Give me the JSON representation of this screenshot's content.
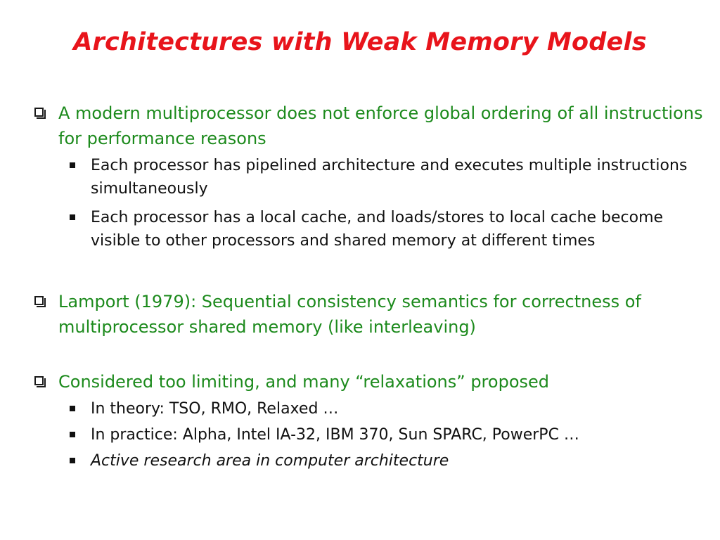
{
  "slide": {
    "title": "Architectures with Weak Memory Models",
    "bullets": [
      {
        "text": "A modern multiprocessor does not enforce global ordering of all instructions for performance reasons",
        "sub": [
          "Each processor has pipelined architecture and executes multiple instructions simultaneously",
          "Each processor has a local cache, and loads/stores to local cache become visible to other processors and shared memory at different times"
        ]
      },
      {
        "text": "Lamport (1979): Sequential consistency semantics for correctness of multiprocessor shared memory (like interleaving)",
        "sub": []
      },
      {
        "text": "Considered too limiting, and many “relaxations” proposed",
        "sub": [
          "In theory: TSO, RMO, Relaxed …",
          "In practice: Alpha, Intel IA-32, IBM 370, Sun SPARC, PowerPC …",
          "Active research area in computer architecture"
        ]
      }
    ]
  },
  "colors": {
    "title": "#e8141b",
    "level1": "#1c8a1c",
    "level2": "#111111"
  },
  "icons": {
    "level1_bullet": "hollow-square-bullet-icon",
    "level2_bullet": "filled-square-bullet-icon"
  }
}
